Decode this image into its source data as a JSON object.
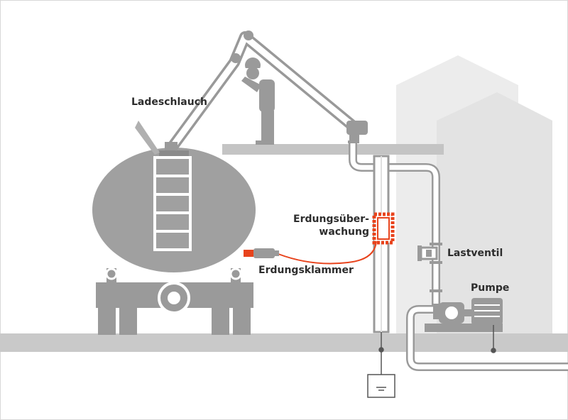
{
  "labels": {
    "ladeschlauch": "Ladeschlauch",
    "erdung_line1": "Erdungsüber-",
    "erdung_line2": "wachung",
    "lastventil": "Lastventil",
    "pumpe": "Pumpe",
    "erdungsklammer": "Erdungsklammer"
  },
  "colors": {
    "accent": "#e8431c",
    "equipment": "#9a9a9a",
    "ground": "#c9c9c9",
    "building": "#ebebeb",
    "line": "#555555"
  }
}
